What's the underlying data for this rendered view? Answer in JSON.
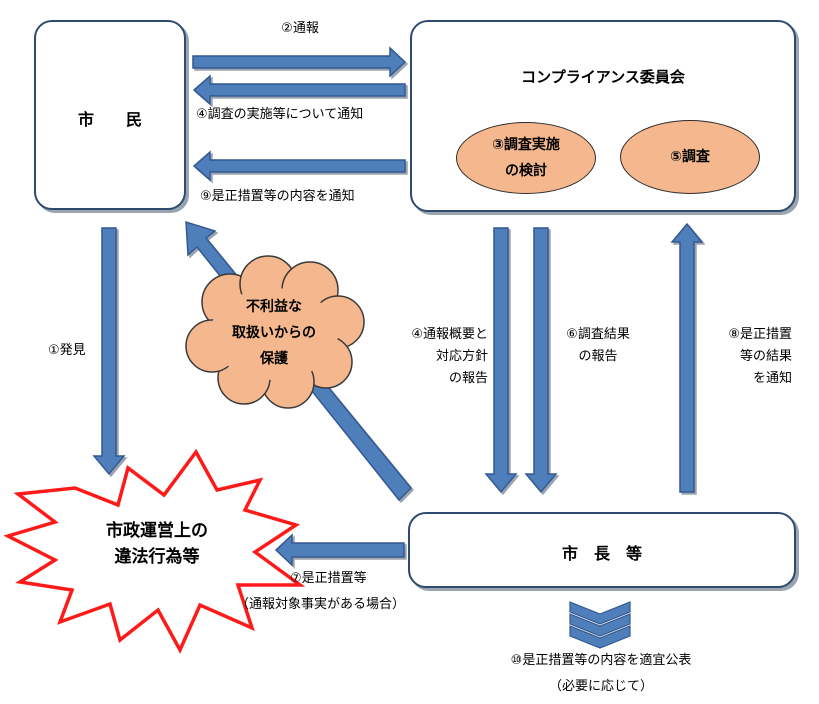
{
  "nodes": {
    "citizen": "市　　民",
    "committee": "コンプライアンス委員会",
    "mayor": "市　長　等",
    "violation": "市政運営上の\n違法行為等",
    "protection": "不利益な\n取扱いからの\n保護",
    "step3": "③調査実施\nの検討",
    "step5": "⑤調査"
  },
  "labels": {
    "step2": "②通報",
    "step4": "④調査の実施等について通知",
    "step9": "⑨是正措置等の内容を通知",
    "step1": "①発見",
    "step4b": "④通報概要と\n対応方針\nの報告",
    "step6": "⑥調査結果\nの報告",
    "step8": "⑧是正措置\n等の結果\nを通知",
    "step7": "⑦是正措置等",
    "step7_note": "（通報対象事実がある場合）",
    "step10": "⑩是正措置等の内容を適宜公表",
    "step10_note": "（必要に応じて）"
  },
  "colors": {
    "arrow": "#4f7fba",
    "arrow_edge": "#33598f",
    "box_border": "#2e4a6e",
    "ellipse_fill": "#f5b88e",
    "cloud_fill": "#f5b88e",
    "burst_edge": "#ff1a1a"
  }
}
